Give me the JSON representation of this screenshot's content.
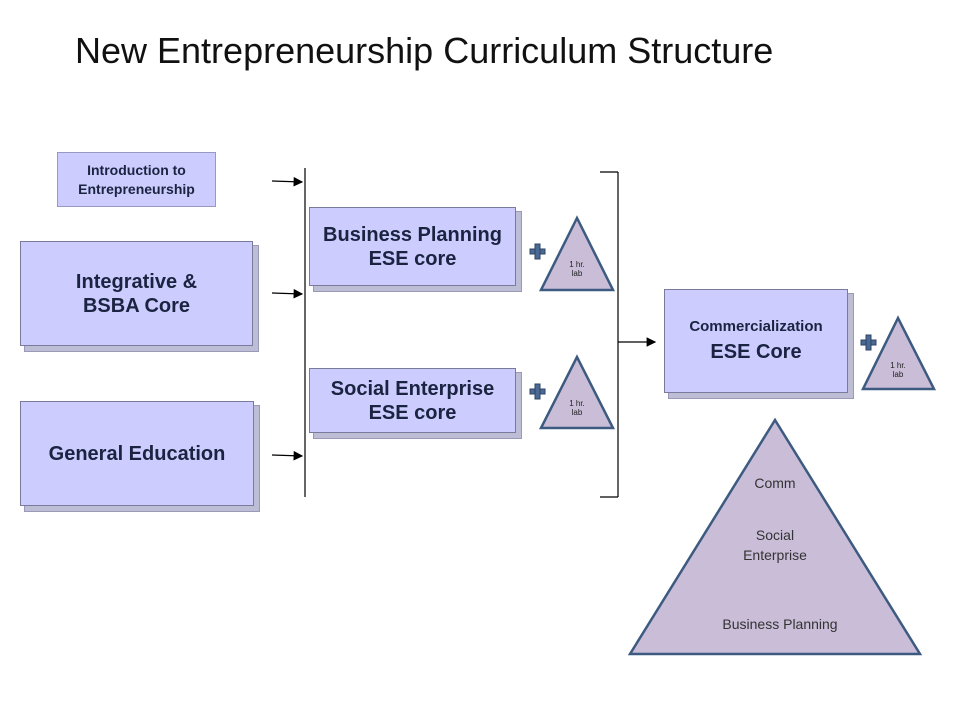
{
  "title": "New Entrepreneurship Curriculum Structure",
  "intro": {
    "line1": "Introduction to",
    "line2": "Entrepreneurship"
  },
  "integrative": {
    "line1": "Integrative &",
    "line2": "BSBA Core"
  },
  "gened": {
    "label": "General Education"
  },
  "business_planning": {
    "line1": "Business Planning",
    "line2": "ESE core"
  },
  "social_enterprise": {
    "line1": "Social Enterprise",
    "line2": "ESE core"
  },
  "commercialization": {
    "line1": "Commercialization",
    "line2": "ESE Core"
  },
  "lab": {
    "line1": "1 hr.",
    "line2": "lab"
  },
  "pyramid": {
    "top": "Comm",
    "middle_line1": "Social",
    "middle_line2": "Enterprise",
    "bottom": "Business Planning"
  },
  "colors": {
    "box_fill": "#ccccff",
    "triangle_fill": "#c9bdd8",
    "outline": "#3d5a80",
    "plus": "#4a6a94"
  }
}
